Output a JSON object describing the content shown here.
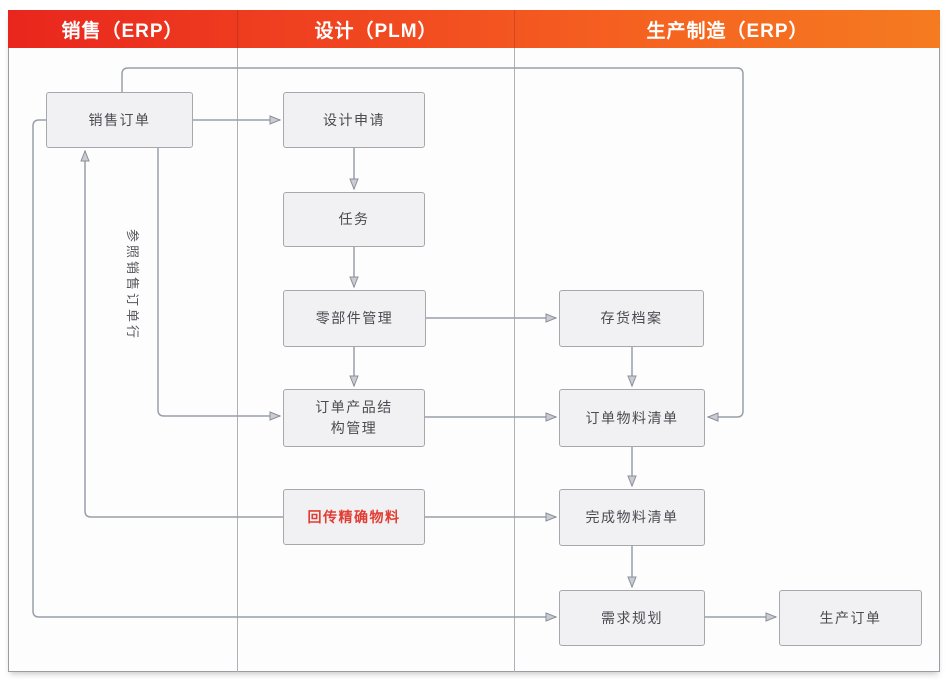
{
  "header": {
    "columns": [
      {
        "label": "销售（ERP）"
      },
      {
        "label": "设计（PLM）"
      },
      {
        "label": "生产制造（ERP）"
      }
    ]
  },
  "nodes": {
    "sales_order": {
      "label": "销售订单"
    },
    "design_request": {
      "label": "设计申请"
    },
    "task": {
      "label": "任务"
    },
    "parts_management": {
      "label": "零部件管理"
    },
    "order_product_structure": {
      "label": "订单产品结\n构管理"
    },
    "feedback_material": {
      "label": "回传精确物料"
    },
    "inventory_archive": {
      "label": "存货档案"
    },
    "order_bom": {
      "label": "订单物料清单"
    },
    "completed_bom": {
      "label": "完成物料清单"
    },
    "demand_planning": {
      "label": "需求规划"
    },
    "production_order": {
      "label": "生产订单"
    }
  },
  "edge_labels": {
    "reference_sales_order_line": "参照销售订单行"
  },
  "colors": {
    "header_gradient_from": "#e9261d",
    "header_gradient_to": "#f57b20",
    "accent_red": "#e23d33",
    "line_gray": "#999fa8",
    "node_fill": "#f1f1f3",
    "node_border": "#a7a7ad"
  }
}
